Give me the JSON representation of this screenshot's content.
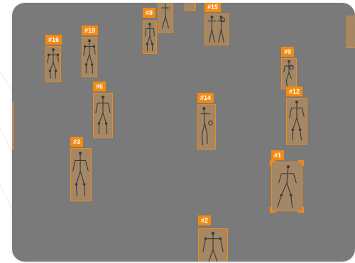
{
  "scene": {
    "background_color": "#7a7a7a",
    "box_color": "#f08a1c",
    "tag_color": "#f28a12",
    "skeleton_color": "#3a3a3a"
  },
  "detections": [
    {
      "id": "#16",
      "label": "#16"
    },
    {
      "id": "#19",
      "label": "#19"
    },
    {
      "id": "#8",
      "label": "#8"
    },
    {
      "id": "#15",
      "label": "#15"
    },
    {
      "id": "#9",
      "label": "#9"
    },
    {
      "id": "#12",
      "label": "#12"
    },
    {
      "id": "#6",
      "label": "#6"
    },
    {
      "id": "#14",
      "label": "#14"
    },
    {
      "id": "#3",
      "label": "#3"
    },
    {
      "id": "#1",
      "label": "#1"
    },
    {
      "id": "#2",
      "label": "#2"
    }
  ]
}
